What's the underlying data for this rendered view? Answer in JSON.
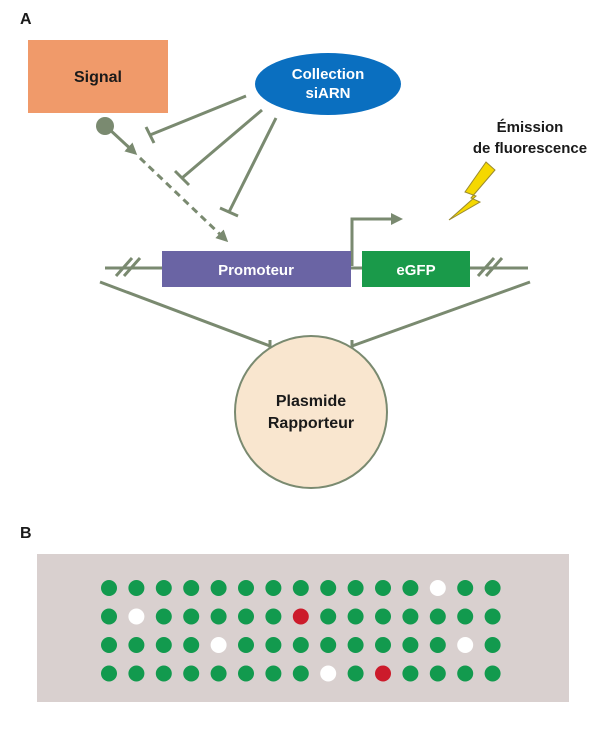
{
  "panel_a": {
    "label": "A",
    "signal_box": {
      "label": "Signal",
      "color": "#f09a6a"
    },
    "sirna_collection": {
      "line1": "Collection",
      "line2": "siARN",
      "color": "#0a6fc0"
    },
    "emission_label": {
      "line1": "Émission",
      "line2": "de fluorescence"
    },
    "promoter": {
      "label": "Promoteur",
      "color": "#6a64a4"
    },
    "egfp": {
      "label": "eGFP",
      "color": "#1a9a4a"
    },
    "plasmid": {
      "line1": "Plasmide",
      "line2": "Rapporteur",
      "color": "#f9e6cf"
    },
    "line_color": "#7a8a70",
    "lightning_color": "#f5d800"
  },
  "panel_b": {
    "label": "B",
    "plate_color": "#d9d0cf",
    "colors": {
      "G": "#129a4e",
      "W": "#ffffff",
      "R": "#cc1b2b"
    },
    "rows": [
      "GGGGGGGGGGGGWGG",
      "GWGGGGGRGGGGGGG",
      "GGGGWGGGGGGGGWG",
      "GGGGGGGGWGRGGGG"
    ]
  }
}
